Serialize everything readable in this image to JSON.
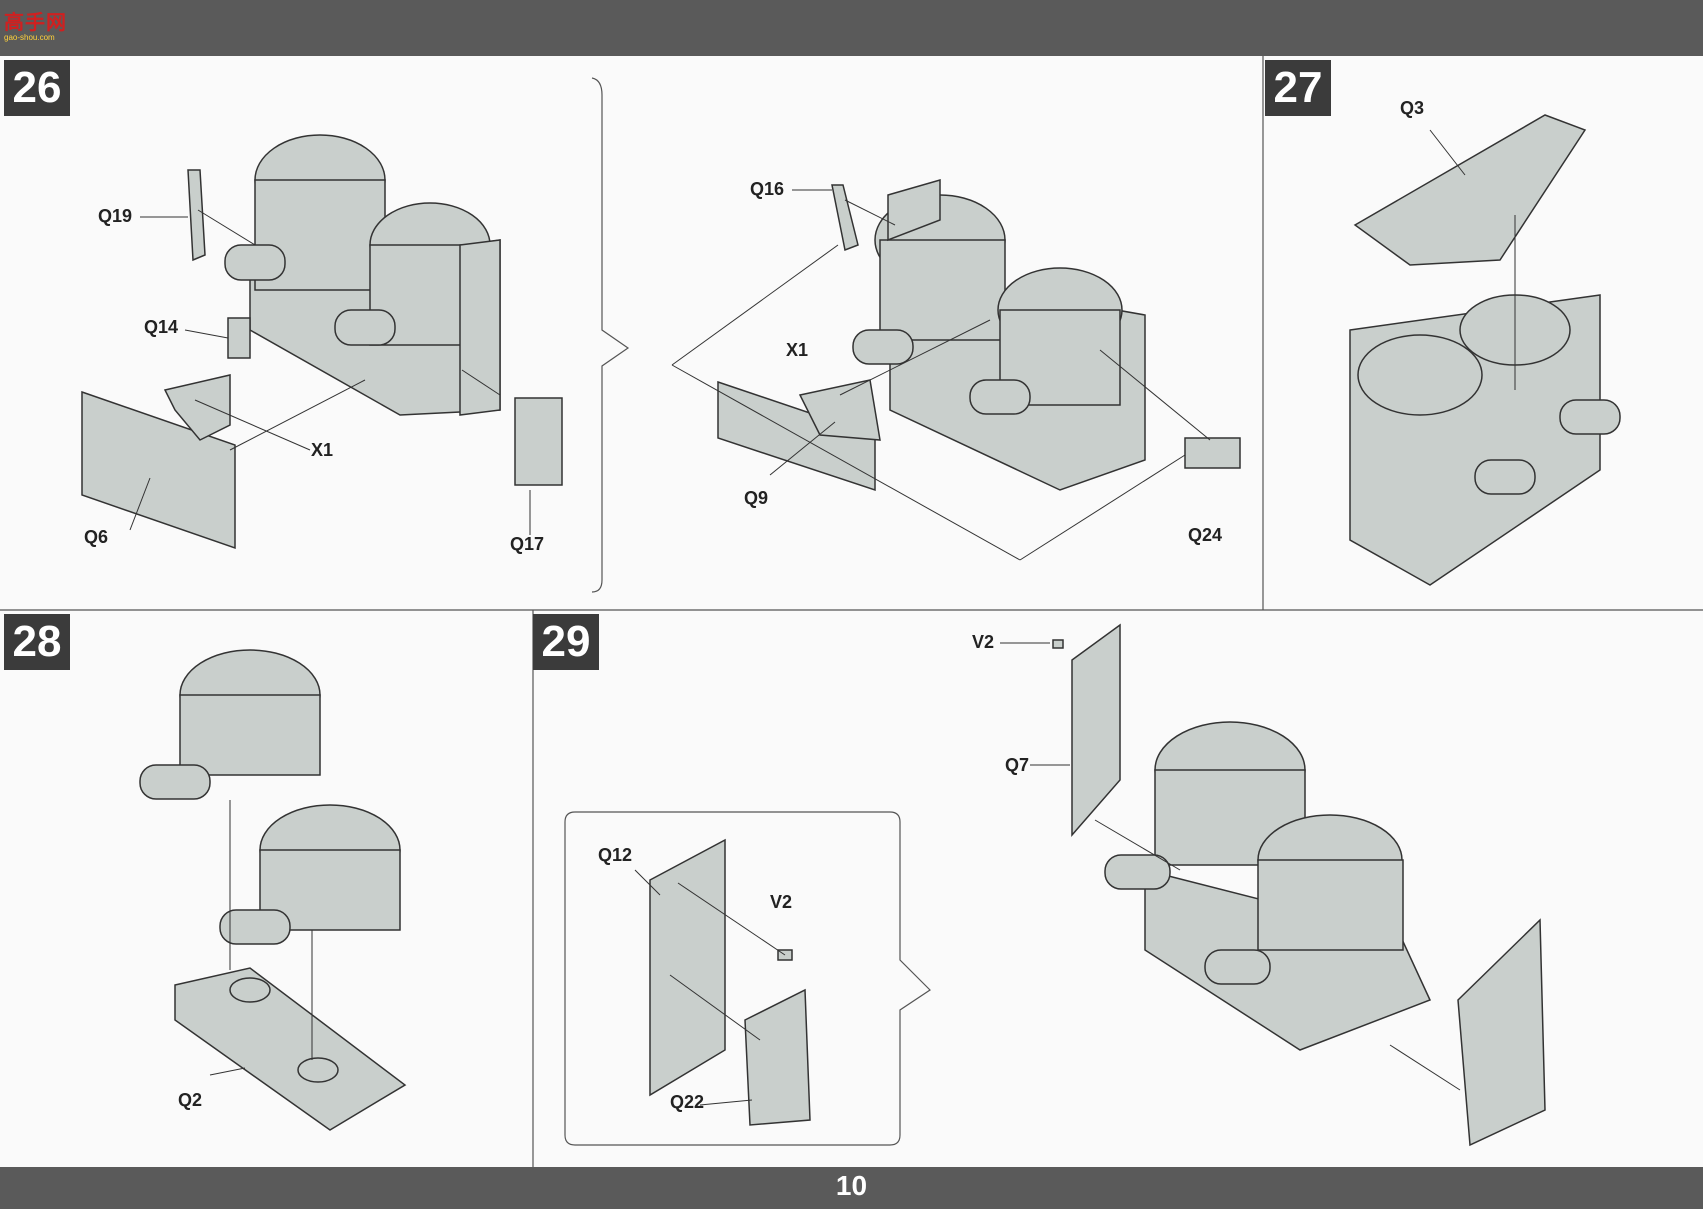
{
  "page": {
    "number": "10"
  },
  "logo": {
    "text": "高手网",
    "url": "gao-shou.com"
  },
  "steps": [
    {
      "number": "26",
      "labels": [
        "Q19",
        "Q14",
        "X1",
        "Q6",
        "Q17",
        "Q16",
        "X1",
        "Q9",
        "Q24"
      ]
    },
    {
      "number": "27",
      "labels": [
        "Q3"
      ]
    },
    {
      "number": "28",
      "labels": [
        "Q2"
      ]
    },
    {
      "number": "29",
      "labels": [
        "V2",
        "Q7",
        "Q12",
        "V2",
        "Q22"
      ]
    }
  ],
  "colors": {
    "bar": "#5a5a5a",
    "step_badge": "#3b3b3b",
    "part": "#c9cfcc",
    "line": "#333333"
  }
}
